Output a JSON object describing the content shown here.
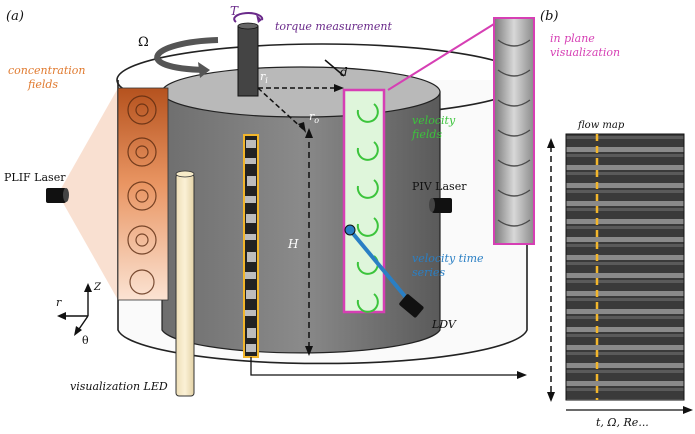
{
  "panel_labels": {
    "a": "(a)",
    "b": "(b)"
  },
  "labels": {
    "omega": "Ω",
    "torque_symbol": "T",
    "torque_measurement": "torque measurement",
    "ri": "r",
    "ri_sub": "i",
    "ro": "r",
    "ro_sub": "o",
    "d": "d",
    "H": "H",
    "concentration_fields_1": "concentration",
    "concentration_fields_2": "fields",
    "plif_laser": "PLIF Laser",
    "piv_laser": "PIV Laser",
    "velocity_fields_1": "velocity",
    "velocity_fields_2": "fields",
    "velocity_time_series_1": "velocity time",
    "velocity_time_series_2": "series",
    "ldv": "LDV",
    "visualization_led": "visualization LED",
    "in_plane_1": "in plane",
    "in_plane_2": "visualization",
    "flow_map": "flow map",
    "axis_r": "r",
    "axis_z": "Z",
    "axis_theta": "θ",
    "bottom_axis": "t, Ω, Re..."
  },
  "colors": {
    "orange": "#e07a2f",
    "purple": "#6a2a8a",
    "magenta": "#d63fb4",
    "green": "#3cc43c",
    "blue": "#2a7fc4",
    "led": "#f5e6c4",
    "yellow_dash": "#f2b62c"
  }
}
